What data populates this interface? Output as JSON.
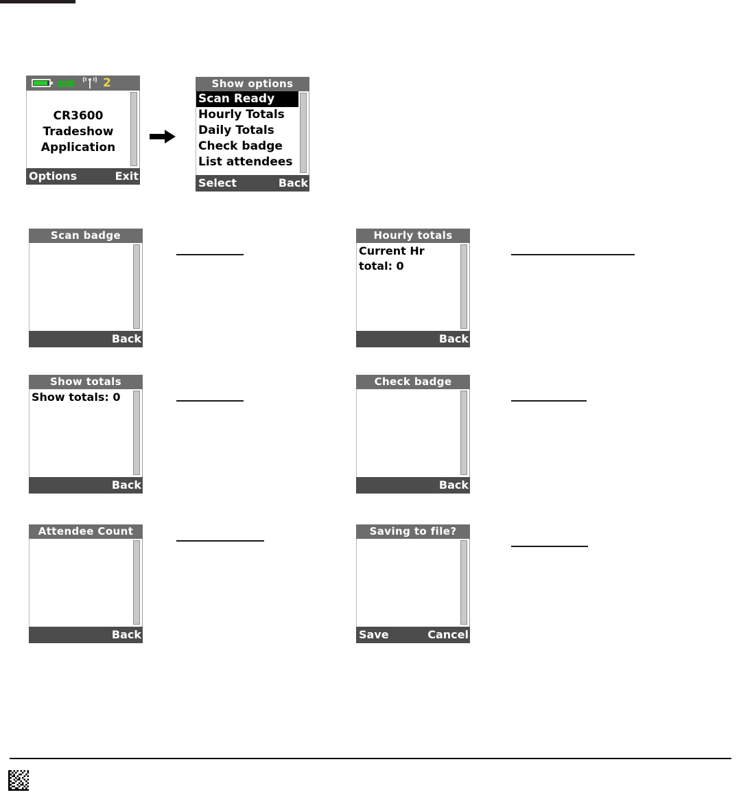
{
  "page": {
    "background": "#ffffff",
    "accent_dark": "#4c4c4c",
    "title_bar": "#6d6d6d",
    "battery_green": "#1fd11f",
    "badge_yellow": "#e8d64b"
  },
  "splash_screen": {
    "name": "CR3600 splash",
    "statusbar": {
      "battery_icon": "battery-icon",
      "transfer_icon": "data-transfer-arrows-icon",
      "signal_icon": "wireless-signal-icon",
      "count_badge": "2"
    },
    "body_lines": [
      "CR3600",
      "Tradeshow",
      "Application"
    ],
    "footer_left": "Options",
    "footer_right": "Exit"
  },
  "options_menu": {
    "title": "Show options",
    "items": [
      {
        "label": "Scan Ready",
        "selected": true
      },
      {
        "label": "Hourly Totals",
        "selected": false
      },
      {
        "label": "Daily Totals",
        "selected": false
      },
      {
        "label": "Check badge",
        "selected": false
      },
      {
        "label": "List attendees",
        "selected": false
      }
    ],
    "footer_left": "Select",
    "footer_right": "Back"
  },
  "screens": [
    {
      "id": "scan-badge",
      "title": "Scan badge",
      "body_lines": [],
      "footer_left": "",
      "footer_right": "Back"
    },
    {
      "id": "hourly-totals",
      "title": "Hourly totals",
      "body_lines": [
        "Current Hr",
        "total: 0"
      ],
      "footer_left": "",
      "footer_right": "Back"
    },
    {
      "id": "show-totals",
      "title": "Show totals",
      "body_lines": [
        "Show totals: 0"
      ],
      "footer_left": "",
      "footer_right": "Back"
    },
    {
      "id": "check-badge",
      "title": "Check badge",
      "body_lines": [],
      "footer_left": "",
      "footer_right": "Back"
    },
    {
      "id": "attendee-count",
      "title": "Attendee Count",
      "body_lines": [],
      "footer_left": "",
      "footer_right": "Back"
    },
    {
      "id": "saving-to-file",
      "title": "Saving to file?",
      "body_lines": [],
      "footer_left": "Save",
      "footer_right": "Cancel"
    }
  ],
  "annotation_lines": [
    {
      "for": "scan-badge",
      "text": ""
    },
    {
      "for": "hourly-totals",
      "text": ""
    },
    {
      "for": "show-totals",
      "text": ""
    },
    {
      "for": "check-badge",
      "text": ""
    },
    {
      "for": "attendee-count",
      "text": ""
    },
    {
      "for": "saving-to-file",
      "text": ""
    }
  ],
  "page_footer": {
    "code_icon": "datamatrix-code-icon"
  }
}
